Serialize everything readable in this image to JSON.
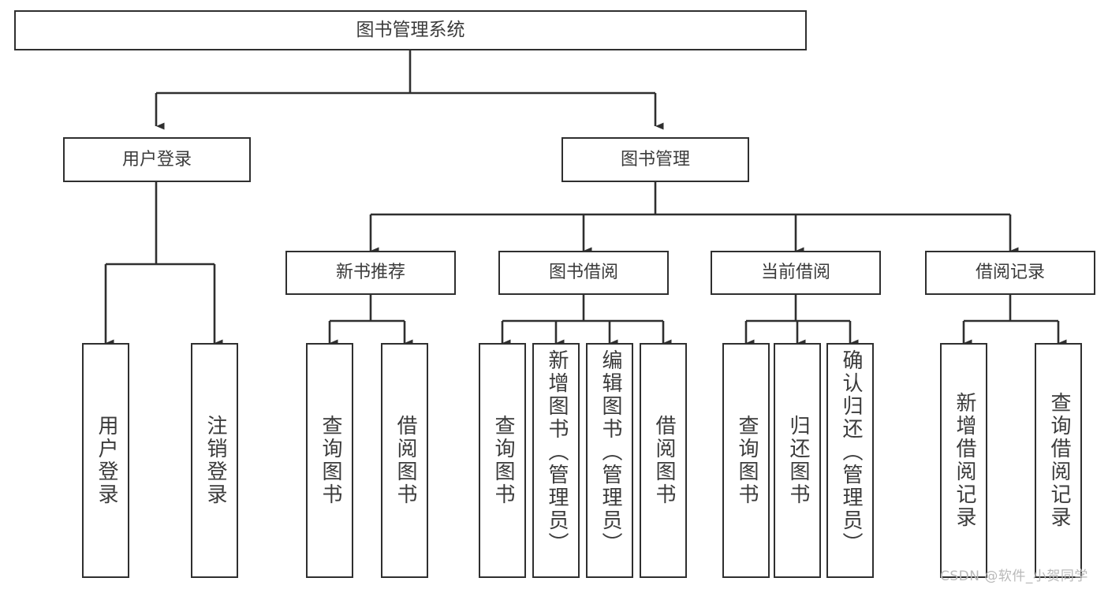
{
  "diagram": {
    "title": "图书管理系统",
    "type": "tree",
    "stroke_color": "#2f2f2f",
    "text_color": "#3b3b3b",
    "background_color": "#ffffff"
  },
  "root": {
    "label": "图书管理系统"
  },
  "level2": [
    {
      "label": "用户登录"
    },
    {
      "label": "图书管理"
    }
  ],
  "level3": [
    {
      "label": "新书推荐"
    },
    {
      "label": "图书借阅"
    },
    {
      "label": "当前借阅"
    },
    {
      "label": "借阅记录"
    }
  ],
  "leaves": {
    "user_login": [
      {
        "label": "用户登录"
      },
      {
        "label": "注销登录"
      }
    ],
    "new_book_recommend": [
      {
        "label": "查询图书"
      },
      {
        "label": "借阅图书"
      }
    ],
    "book_borrow": [
      {
        "label": "查询图书"
      },
      {
        "label": "新增图书（管理员）"
      },
      {
        "label": "编辑图书（管理员）"
      },
      {
        "label": "借阅图书"
      }
    ],
    "current_borrow": [
      {
        "label": "查询图书"
      },
      {
        "label": "归还图书"
      },
      {
        "label": "确认归还（管理员）"
      }
    ],
    "borrow_record": [
      {
        "label": "新增借阅记录"
      },
      {
        "label": "查询借阅记录"
      }
    ]
  },
  "watermark": {
    "text": "CSDN @软件_小贺同学"
  }
}
